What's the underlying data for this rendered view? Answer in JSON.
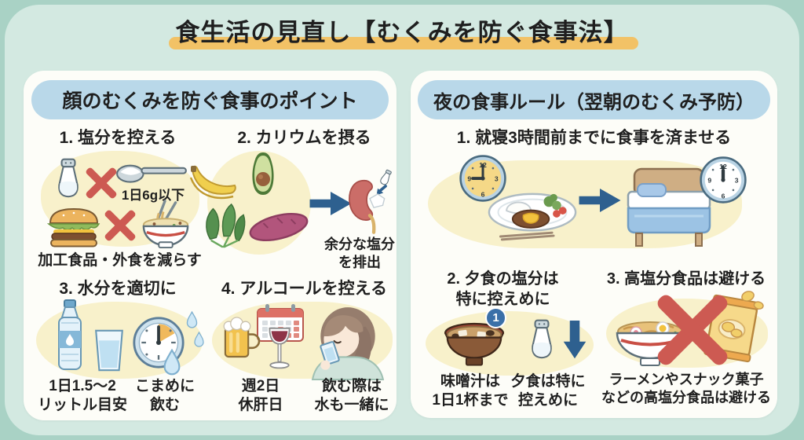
{
  "title": "食生活の見直し【むくみを防ぐ食事法】",
  "colors": {
    "page_bg": "#a9d2c5",
    "board_bg": "#d3e9e1",
    "panel_bg": "#fdfdf8",
    "header_pill": "#b9d8e9",
    "title_highlight": "#f2c266",
    "blob_yellow": "#f8f1cb",
    "cross_red": "#cd5a52",
    "arrow_blue": "#2e608f",
    "badge_blue": "#3b70a8",
    "text": "#1f1f1f"
  },
  "left_panel": {
    "header": "顔のむくみを防ぐ食事のポイント",
    "s1": {
      "heading": "1. 塩分を控える",
      "note": "1日6g以下",
      "caption": "加工食品・外食を減らす"
    },
    "s2": {
      "heading": "2. カリウムを摂る",
      "caption": "余分な塩分\nを排出"
    },
    "s3": {
      "heading": "3. 水分を適切に",
      "caption1": "1日1.5〜2\nリットル目安",
      "caption2": "こまめに\n飲む"
    },
    "s4": {
      "heading": "4. アルコールを控える",
      "caption1": "週2日\n休肝日",
      "caption2": "飲む際は\n水も一緒に"
    }
  },
  "right_panel": {
    "header": "夜の食事ルール（翌朝のむくみ予防）",
    "s1": {
      "heading": "1. 就寝3時間前までに食事を済ませる"
    },
    "s2": {
      "heading": "2. 夕食の塩分は\n特に控えめに",
      "badge": "1",
      "caption1": "味噌汁は\n1日1杯まで",
      "caption2": "夕食は特に\n控えめに"
    },
    "s3": {
      "heading": "3. 高塩分食品は避ける",
      "caption": "ラーメンやスナック菓子\nなどの高塩分食品は避ける"
    }
  },
  "clock": {
    "n12": "12",
    "n3": "3",
    "n6": "6",
    "n9": "9"
  }
}
